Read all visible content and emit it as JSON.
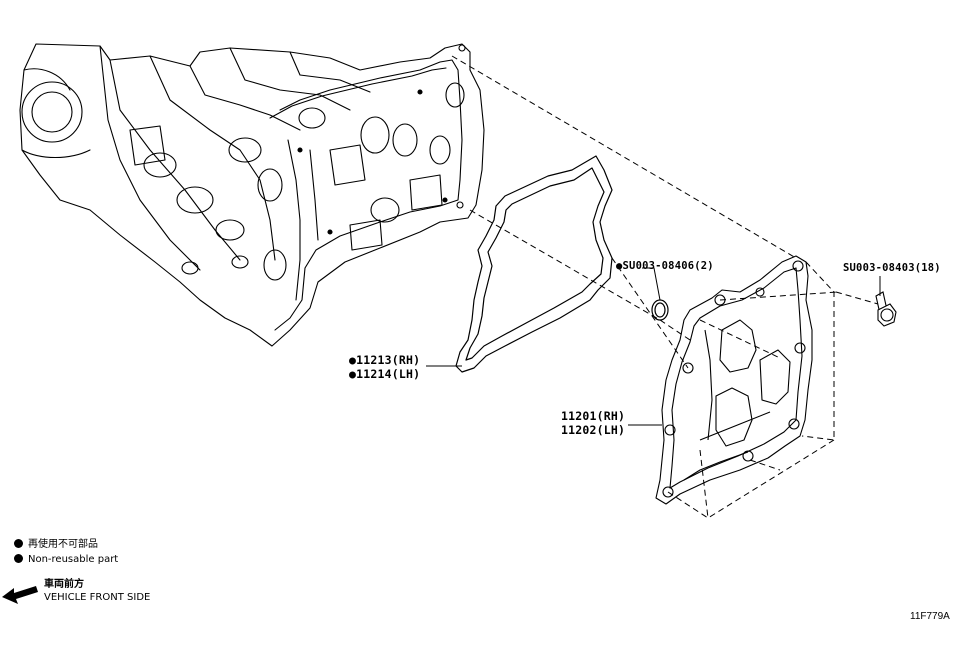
{
  "callouts": {
    "gasket_rh": "●11213(RH)",
    "gasket_lh": "●11214(LH)",
    "cover_rh": "11201(RH)",
    "cover_lh": "11202(LH)",
    "seal": "●SU003-08406(2)",
    "bolt": "SU003-08403(18)"
  },
  "legend": {
    "jp": "再使用不可部品",
    "en": "Non-reusable part"
  },
  "direction": {
    "jp": "車両前方",
    "en": "VEHICLE FRONT SIDE"
  },
  "figure_code": "11F779A"
}
